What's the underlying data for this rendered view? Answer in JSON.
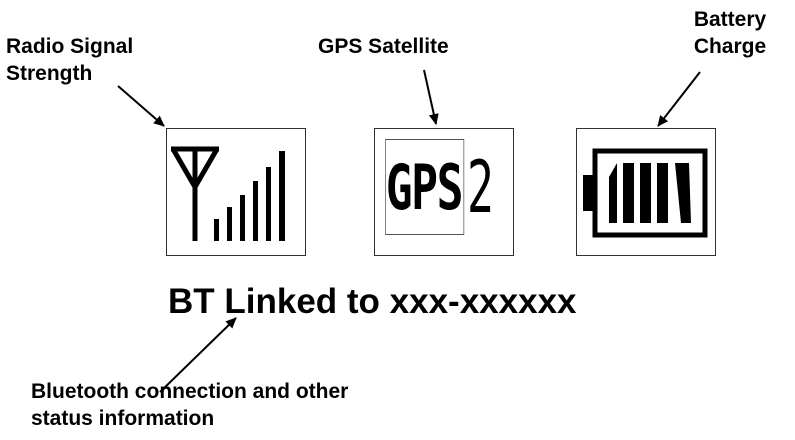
{
  "labels": {
    "radio": [
      "Radio Signal",
      "Strength"
    ],
    "gps": "GPS Satellite",
    "battery": [
      "Battery",
      "Charge"
    ],
    "bluetooth": [
      "Bluetooth connection and other",
      "status information"
    ]
  },
  "display": {
    "gps_text": "GPS",
    "gps_count": "2",
    "status_line": "BT Linked to xxx-xxxxxx"
  },
  "icons": {
    "signal": "antenna-signal-bars-icon",
    "gps": "gps-satellite-count-icon",
    "battery": "battery-charge-icon"
  },
  "colors": {
    "text": "#000000",
    "background": "#ffffff"
  }
}
